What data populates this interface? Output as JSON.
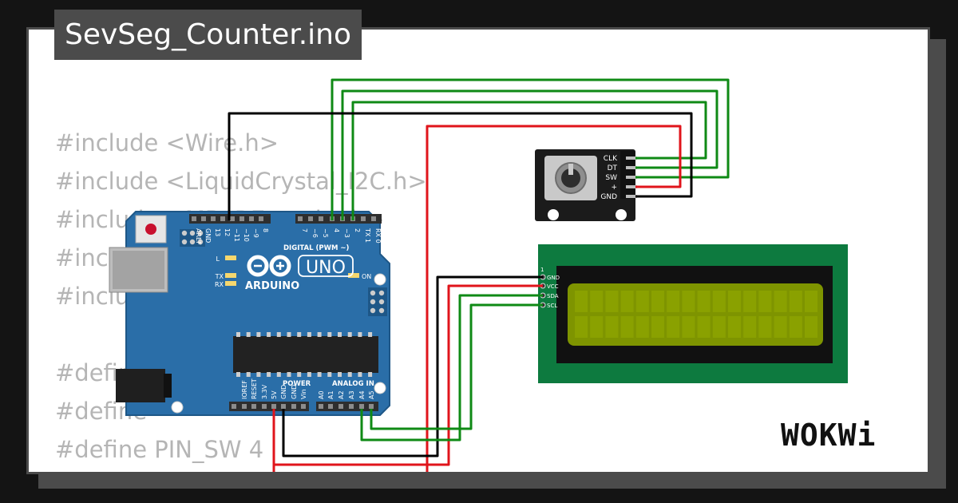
{
  "title": "SevSeg_Counter.ino",
  "code_lines": [
    "#include <Wire.h>",
    "#include <LiquidCrystal_I2C.h>",
    "#include <MD_REncoder.h>",
    "#include",
    "#include",
    "",
    "#define",
    "#define",
    "#define PIN_SW 4"
  ],
  "arduino": {
    "brand": "ARDUINO",
    "model": "UNO",
    "digital_header": "DIGITAL (PWM ~)",
    "power_header": "POWER",
    "analog_header": "ANALOG IN",
    "led_l": "L",
    "led_tx": "TX",
    "led_rx": "RX",
    "led_on": "ON",
    "top_pins": [
      "AREF",
      "GND",
      "13",
      "12",
      "~11",
      "~10",
      "~9",
      "8",
      "7",
      "~6",
      "~5",
      "4",
      "~3",
      "2",
      "TX 1",
      "RX 0"
    ],
    "power_pins": [
      "IOREF",
      "RESET",
      "3.3V",
      "5V",
      "GND",
      "GND",
      "Vin"
    ],
    "analog_pins": [
      "A0",
      "A1",
      "A2",
      "A3",
      "A4",
      "A5"
    ]
  },
  "encoder": {
    "pins": [
      "CLK",
      "DT",
      "SW",
      "+",
      "GND"
    ]
  },
  "lcd": {
    "pin_one": "1",
    "pins": [
      "GND",
      "VCC",
      "SDA",
      "SCL"
    ]
  },
  "colors": {
    "board": "#2a6ea8",
    "lcd_pcb": "#0d7a3f",
    "lcd_screen": "#7e9400",
    "wire_green": "#0f8a15",
    "wire_black": "#000000",
    "wire_red": "#e0141b"
  },
  "logo": "WOKWi"
}
